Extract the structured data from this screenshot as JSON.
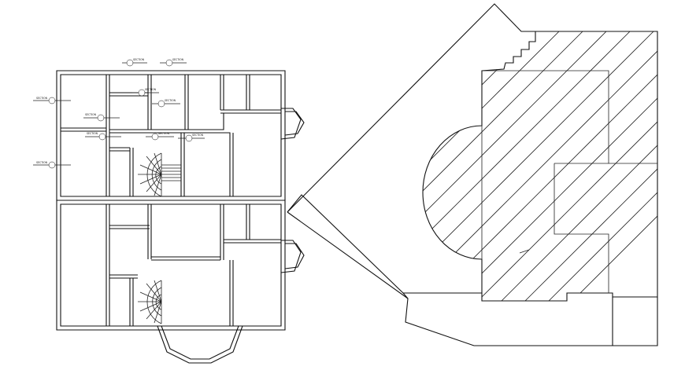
{
  "drawing": {
    "section_tags": [
      {
        "id": "A1",
        "text": "SECTION"
      },
      {
        "id": "A2",
        "text": "SECTION"
      },
      {
        "id": "A3",
        "text": "SECTION"
      },
      {
        "id": "A4",
        "text": "SECTION"
      },
      {
        "id": "A5",
        "text": "SECTION"
      },
      {
        "id": "A6",
        "text": "SECTION"
      },
      {
        "id": "A7",
        "text": "SECTION"
      },
      {
        "id": "A8",
        "text": "SECTION"
      },
      {
        "id": "A9",
        "text": "SECTION"
      },
      {
        "id": "A10",
        "text": "SECTION"
      }
    ]
  }
}
